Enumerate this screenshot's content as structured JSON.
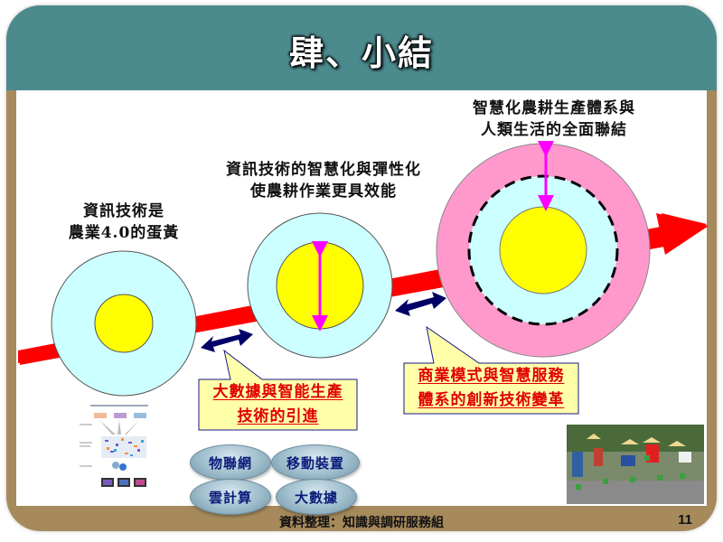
{
  "header": {
    "title": "肆、小結"
  },
  "diagram": {
    "stage1": {
      "line1": "資訊技術是",
      "line2": "農業4.0的蛋黃"
    },
    "stage2": {
      "line1": "資訊技術的智慧化與彈性化",
      "line2": "使農耕作業更具效能"
    },
    "stage3": {
      "line1": "智慧化農耕生產體系與",
      "line2": "人類生活的全面聯結"
    },
    "callout1": {
      "line1": "大數據與智能生產",
      "line2": "技術的引進"
    },
    "callout2": {
      "line1": "商業模式與智慧服務",
      "line2": "體系的創新技術變革"
    },
    "colors": {
      "yolk": "#ffff00",
      "white": "#ccffff",
      "outer": "#ff99cc",
      "arrow": "#ff0000",
      "double_arrow": "#000066",
      "inner_arrow": "#ff00ff",
      "callout_bg": "#ffffaa"
    }
  },
  "tech_buttons": [
    {
      "label": "物聯網"
    },
    {
      "label": "移動裝置"
    },
    {
      "label": "雲計算"
    },
    {
      "label": "大數據"
    }
  ],
  "images": {
    "left": "big-data-analytics-methodology-diagram",
    "right": "farmers-planting-rice-photo"
  },
  "footer": {
    "credit": "資料整理：知識與調研服務組",
    "page": "11"
  }
}
